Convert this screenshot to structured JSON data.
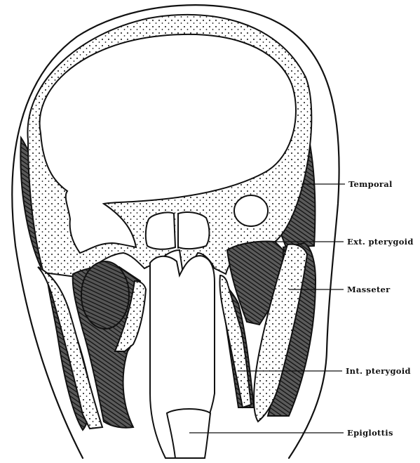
{
  "labels": {
    "temporal": "Temporal",
    "ext_pterygoid": "Ext. pterygoid",
    "masseter": "Masseter",
    "int_pterygoid": "Int. pterygoid",
    "epiglottis": "Epiglottis"
  },
  "colors": {
    "ink": "#111111",
    "paper": "#ffffff",
    "muscle_shade": "#3a3a3a"
  }
}
